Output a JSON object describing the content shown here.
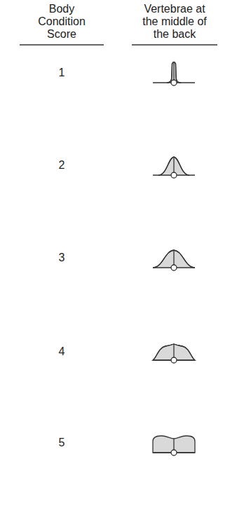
{
  "diagram": {
    "labels": [
      "Body Condition Score",
      "Vertebrae at the middle of the back",
      "1",
      "2",
      "3",
      "4",
      "5"
    ]
  }
}
